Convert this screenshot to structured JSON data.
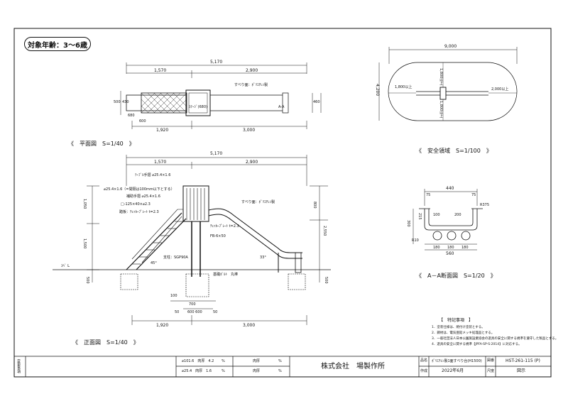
{
  "age_label": "対象年齢：3〜6歳",
  "views": {
    "plan": {
      "caption": "《　平面図　S=1/40　》",
      "dim_total": "5,170",
      "dim_left": "1,570",
      "dim_right": "2,900",
      "dim_bottom_left": "1,920",
      "dim_bottom_right": "3,000",
      "dim_height_left": "500",
      "dim_430": "430",
      "dim_680": "680",
      "dim_600": "600",
      "dim_460": "460",
      "label_slide": "すべり面：ﾎﾟﾘｴﾁﾚﾝ製",
      "label_center": "ｽﾃｰｼﾞ(680)",
      "label_a_a": "A-A"
    },
    "safety": {
      "caption": "《　安全領域　S=1/100　》",
      "dim_total": "9,000",
      "dim_height": "4,200",
      "dim_1800_left": "1,800以上",
      "dim_1800_top": "1,800以上",
      "dim_1800_bottom": "1,800以上",
      "dim_2000": "2,000以上"
    },
    "elevation": {
      "caption": "《　正面図　S=1/40　》",
      "dim_total": "5,170",
      "dim_left": "1,570",
      "dim_right": "2,900",
      "dim_bottom_left": "1,920",
      "dim_bottom_right": "3,000",
      "dim_1050": "1,050",
      "dim_1500": "1,500",
      "dim_2550": "2,550",
      "dim_800": "800",
      "dim_500_left": "500",
      "dim_500_right": "500",
      "dim_600_600": "600 600",
      "dim_50_left": "50",
      "dim_50_right": "50",
      "dim_700": "700",
      "dim_100": "100",
      "label_handrail_top": "ﾃｰﾌﾞﾙ手摺 ⌀25.4×1.6",
      "label_handrail_bars": "⌀25.4×1.6（=間隔は100mm以下とする）",
      "label_aux_rail": "補助手摺 ⌀25.4×1.6",
      "label_square": "□-125×40×⌀2.3",
      "label_step": "踏板：ﾁｪｯｶｰﾌﾟﾚｰﾄ t=2.3",
      "label_slide": "すべり面：ﾎﾟﾘｴﾁﾚﾝ製",
      "label_fp": "ﾁｪｯｶｰﾌﾟﾚｰﾄ t=2.3",
      "label_fb": "FB-6×50",
      "label_pillar": "支柱：SGP90A",
      "label_foundation": "基礎ﾎﾞﾙﾄ　丸棒",
      "label_gl": "ｽﾍﾞ L",
      "angle_45": "45°",
      "angle_33": "33°"
    },
    "section": {
      "caption": "《　A－A断面図　S=1/20　》",
      "dim_440": "440",
      "dim_75_left": "75",
      "dim_75_right": "75",
      "dim_300": "300",
      "dim_215": "215",
      "dim_100": "100",
      "dim_200": "200",
      "dim_375": "R375",
      "dim_180_left": "180",
      "dim_180_mid": "180",
      "dim_180_right": "180",
      "dim_560": "560",
      "dim_r10": "R10"
    }
  },
  "notes": {
    "heading": "【　特記事項　】",
    "lines": [
      "1．塗装仕様は、焼付け塗装とする。",
      "2．鋼材は、電気亜鉛メッキ処理品とする。",
      "3．一般社団法人日本公園施設業協会の遊具の安全に関する規準を遵守した製品とする。",
      "4．遊具の安全に関する規準【JPFA-SP-S:2014】に対応する。"
    ]
  },
  "title_block": {
    "side_label": "変更事項",
    "mat1": "⌀101.6　肉厚　4.2",
    "mat2": "⌀25.4　肉厚　1.6",
    "mat_label1": "肉厚",
    "mat_label2": "肉厚",
    "company": "株式会社　場製作所",
    "name_label": "品名",
    "name_value": "ﾎﾟﾘｴﾁﾚﾝ製1面すべり台(H1500)",
    "date_label": "作成",
    "date_value": "2022年6月",
    "code_label": "図番",
    "code_value": "HST-261-115 (P)",
    "scale_label": "尺度",
    "scale_value": "図示",
    "pct": "%"
  }
}
